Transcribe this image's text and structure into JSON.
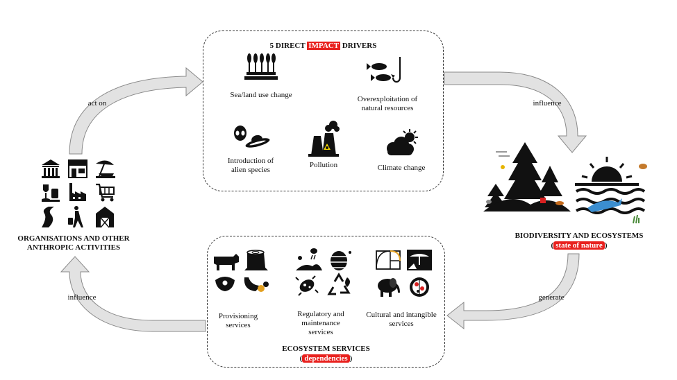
{
  "drivers": {
    "title_pre": "5 DIRECT ",
    "title_highlight": "IMPACT",
    "title_post": " DRIVERS",
    "items": {
      "land_use": "Sea/land use change",
      "overexploitation": "Overexploitation of natural resources",
      "alien": "Introduction of alien species",
      "pollution": "Pollution",
      "climate": "Climate change"
    }
  },
  "organisations": {
    "title": "ORGANISATIONS AND OTHER ANTHROPIC ACTIVITIES"
  },
  "biodiversity": {
    "title": "BIODIVERSITY AND ECOSYSTEMS",
    "subtitle": "state of nature"
  },
  "services": {
    "title": "ECOSYSTEM SERVICES",
    "subtitle": "dependencies",
    "provisioning": "Provisioning services",
    "regulatory": "Regulatory and maintenance services",
    "cultural": "Cultural and intangible services"
  },
  "arrows": {
    "act_on": "act on",
    "influence_top": "influence",
    "generate": "generate",
    "influence_bottom": "influence"
  },
  "colors": {
    "highlight": "#e8211e",
    "arrow_fill": "#e2e2e2",
    "arrow_stroke": "#8a8a8a"
  }
}
